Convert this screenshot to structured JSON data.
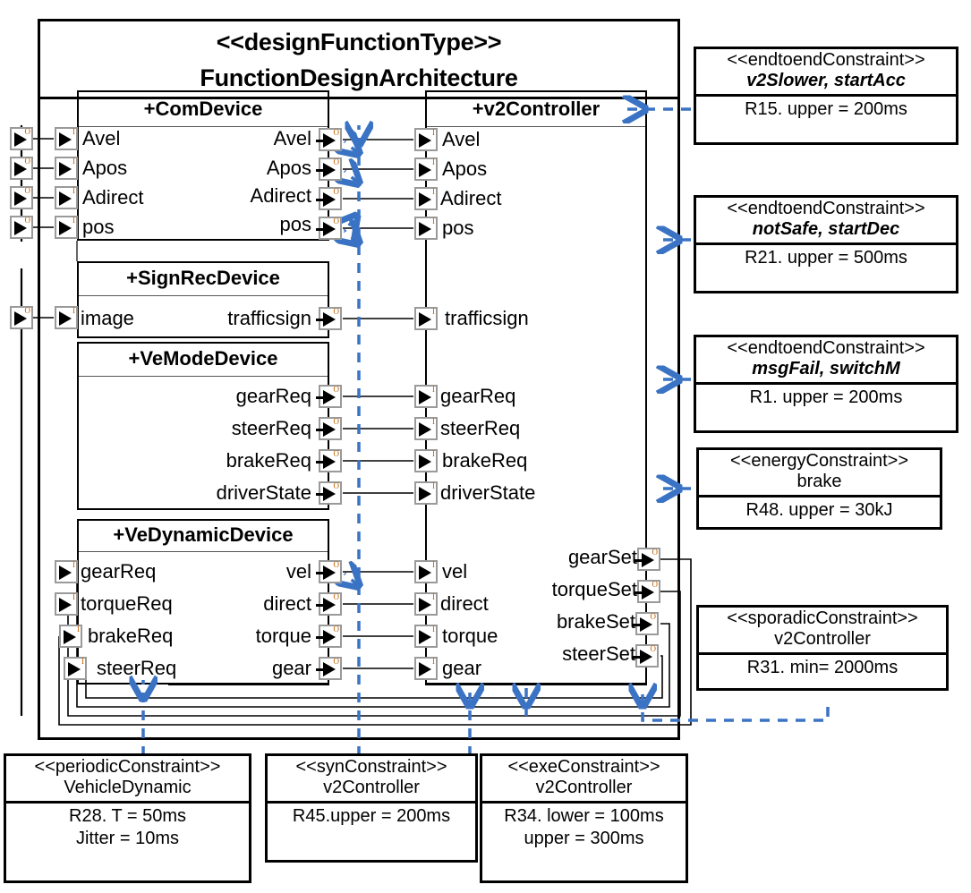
{
  "diagram": {
    "title_stereotype": "<<designFunctionType>>",
    "title_name": "FunctionDesignArchitecture",
    "accent_color": "#3b73c4",
    "line_color": "#000000"
  },
  "blocks": [
    {
      "id": "comdevice",
      "title": "+ComDevice"
    },
    {
      "id": "signrec",
      "title": "+SignRecDevice"
    },
    {
      "id": "vemode",
      "title": "+VeModeDevice"
    },
    {
      "id": "vedynamic",
      "title": "+VeDynamicDevice"
    },
    {
      "id": "v2controller",
      "title": "+v2Controller"
    }
  ],
  "ports": {
    "external_left": [
      {
        "label": "",
        "kind": "O"
      },
      {
        "label": "",
        "kind": "O"
      },
      {
        "label": "",
        "kind": "O"
      },
      {
        "label": "",
        "kind": "O"
      },
      {
        "label": "",
        "kind": "O"
      }
    ],
    "comdevice_in": [
      {
        "label": "Avel",
        "kind": "I"
      },
      {
        "label": "Apos",
        "kind": "I"
      },
      {
        "label": "Adirect",
        "kind": "I"
      },
      {
        "label": "pos",
        "kind": "I"
      }
    ],
    "comdevice_out": [
      {
        "label": "Avel",
        "kind": "O"
      },
      {
        "label": "Apos",
        "kind": "O"
      },
      {
        "label": "Adirect",
        "kind": "O"
      },
      {
        "label": "pos",
        "kind": "O"
      }
    ],
    "signrec_in": [
      {
        "label": "image",
        "kind": "I"
      }
    ],
    "signrec_out": [
      {
        "label": "trafficsign",
        "kind": "O"
      }
    ],
    "vemode_out": [
      {
        "label": "gearReq",
        "kind": "O"
      },
      {
        "label": "steerReq",
        "kind": "O"
      },
      {
        "label": "brakeReq",
        "kind": "O"
      },
      {
        "label": "driverState",
        "kind": "O"
      }
    ],
    "vedynamic_in": [
      {
        "label": "gearReq",
        "kind": "I"
      },
      {
        "label": "torqueReq",
        "kind": "I"
      },
      {
        "label": "brakeReq",
        "kind": "I"
      },
      {
        "label": "steerReq",
        "kind": "I"
      }
    ],
    "vedynamic_out": [
      {
        "label": "vel",
        "kind": "O"
      },
      {
        "label": "direct",
        "kind": "O"
      },
      {
        "label": "torque",
        "kind": "O"
      },
      {
        "label": "gear",
        "kind": "O"
      }
    ],
    "v2controller_in": [
      {
        "label": "Avel",
        "kind": "I"
      },
      {
        "label": "Apos",
        "kind": "I"
      },
      {
        "label": "Adirect",
        "kind": "I"
      },
      {
        "label": "pos",
        "kind": "I"
      },
      {
        "label": "trafficsign",
        "kind": "I"
      },
      {
        "label": "gearReq",
        "kind": "I"
      },
      {
        "label": "steerReq",
        "kind": "I"
      },
      {
        "label": "brakeReq",
        "kind": "I"
      },
      {
        "label": "driverState",
        "kind": "I"
      },
      {
        "label": "vel",
        "kind": "I"
      },
      {
        "label": "direct",
        "kind": "I"
      },
      {
        "label": "torque",
        "kind": "I"
      },
      {
        "label": "gear",
        "kind": "I"
      }
    ],
    "v2controller_out": [
      {
        "label": "gearSet",
        "kind": "O"
      },
      {
        "label": "torqueSet",
        "kind": "O"
      },
      {
        "label": "brakeSet",
        "kind": "O"
      },
      {
        "label": "steerSet",
        "kind": "O"
      }
    ]
  },
  "constraints": [
    {
      "id": "r15",
      "stereotype": "<<endtoendConstraint>>",
      "name": "v2Slower, startAcc",
      "italic": true,
      "values": [
        "R15. upper = 200ms"
      ]
    },
    {
      "id": "r21",
      "stereotype": "<<endtoendConstraint>>",
      "name": "notSafe, startDec",
      "italic": true,
      "values": [
        "R21. upper = 500ms"
      ]
    },
    {
      "id": "r1",
      "stereotype": "<<endtoendConstraint>>",
      "name": "msgFail, switchM",
      "italic": true,
      "values": [
        "R1. upper = 200ms"
      ]
    },
    {
      "id": "r48",
      "stereotype": "<<energyConstraint>>",
      "name": "brake",
      "italic": false,
      "values": [
        "R48. upper = 30kJ"
      ]
    },
    {
      "id": "r31",
      "stereotype": "<<sporadicConstraint>>",
      "name": "v2Controller",
      "italic": false,
      "values": [
        "R31. min= 2000ms"
      ]
    },
    {
      "id": "r28",
      "stereotype": "<<periodicConstraint>>",
      "name": "VehicleDynamic",
      "italic": false,
      "values": [
        "R28. T = 50ms",
        "Jitter = 10ms"
      ]
    },
    {
      "id": "r45",
      "stereotype": "<<synConstraint>>",
      "name": "v2Controller",
      "italic": false,
      "values": [
        "R45.upper = 200ms"
      ]
    },
    {
      "id": "r34",
      "stereotype": "<<exeConstraint>>",
      "name": "v2Controller",
      "italic": false,
      "values": [
        "R34. lower = 100ms",
        "upper = 300ms"
      ]
    }
  ]
}
